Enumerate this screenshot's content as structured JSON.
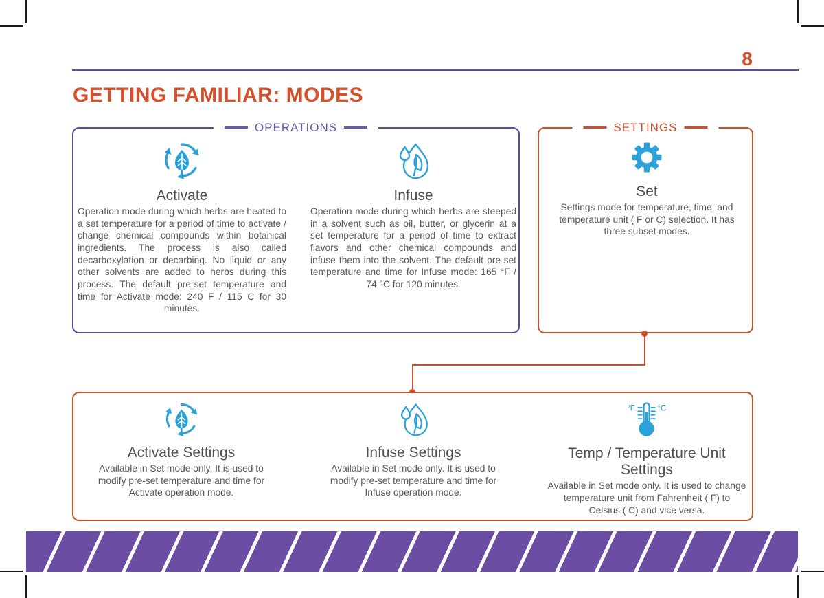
{
  "page": {
    "number": "8",
    "title": "GETTING FAMILIAR: MODES"
  },
  "colors": {
    "purple": "#5c4b9f",
    "orange": "#cb502c",
    "icon_blue": "#2ba1da",
    "heading_text": "#4e4f52",
    "body_text": "#58595b",
    "banner_purple": "#6b4ea3"
  },
  "operations": {
    "label": "OPERATIONS",
    "cards": [
      {
        "icon": "activate-icon",
        "title": "Activate",
        "body": "Operation mode during which herbs are heated to a set temperature for a period of time to activate / change chemical compounds within botanical ingredients. The process is also called decarboxylation or decarbing. No liquid or any other solvents are added to herbs during this process. The default pre-set temperature and time for Activate mode: 240 F / 115 C for 30 minutes."
      },
      {
        "icon": "infuse-icon",
        "title": "Infuse",
        "body": "Operation mode during which herbs are steeped in a solvent such as oil, butter, or glycerin at a set temperature for a period of time to extract flavors and other chemical compounds and infuse them into the solvent. The default pre-set temperature and time for Infuse mode: 165 °F / 74 °C for 120 minutes."
      }
    ]
  },
  "settings": {
    "label": "SETTINGS",
    "cards": [
      {
        "icon": "gear-icon",
        "title": "Set",
        "body": "Settings mode for temperature, time, and temperature unit ( F or C) selection. It has three subset modes."
      }
    ]
  },
  "subsets": {
    "cards": [
      {
        "icon": "activate-icon",
        "title": "Activate Settings",
        "body": "Available in Set mode only. It is used to modify pre-set temperature and time for Activate operation mode."
      },
      {
        "icon": "infuse-icon",
        "title": "Infuse Settings",
        "body": "Available in Set mode only. It is used to modify pre-set temperature and time for Infuse operation mode."
      },
      {
        "icon": "temp-unit-icon",
        "icon_labels": [
          "°F",
          "°C"
        ],
        "title": "Temp / Temperature Unit Settings",
        "body": "Available in Set mode only. It is used to change temperature unit from Fahrenheit ( F) to Celsius ( C) and vice versa."
      }
    ]
  }
}
